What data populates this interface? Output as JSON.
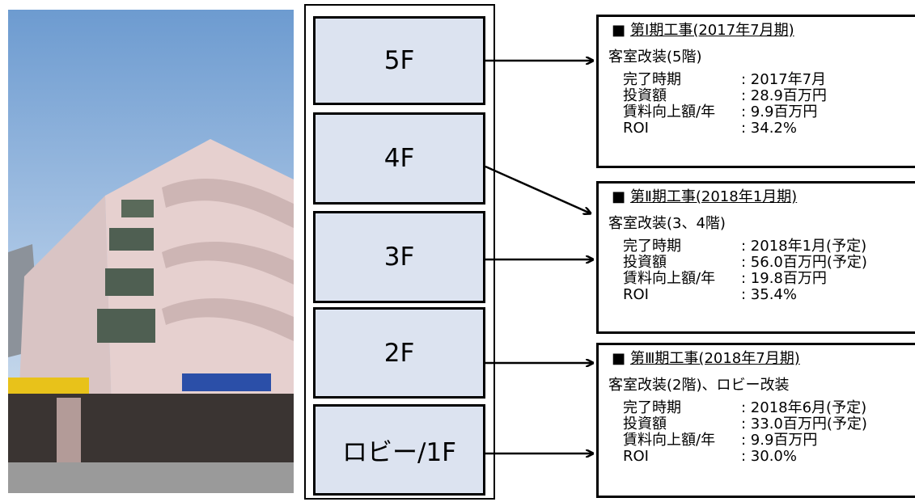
{
  "floors": [
    "5F",
    "4F",
    "3F",
    "2F",
    "ロビー/1F"
  ],
  "phases": [
    {
      "bullet": "■",
      "title": "第Ⅰ期工事(2017年7月期)",
      "subtitle": "客室改装(5階)",
      "rows": [
        {
          "label": "完了時期",
          "value": ": 2017年7月"
        },
        {
          "label": "投資額",
          "value": ": 28.9百万円"
        },
        {
          "label": "賃料向上額/年",
          "value": ": 9.9百万円"
        },
        {
          "label": "ROI",
          "value": ": 34.2%"
        }
      ]
    },
    {
      "bullet": "■",
      "title": "第Ⅱ期工事(2018年1月期)",
      "subtitle": "客室改装(3、4階)",
      "rows": [
        {
          "label": "完了時期",
          "value": ": 2018年1月(予定)"
        },
        {
          "label": "投資額",
          "value": ": 56.0百万円(予定)"
        },
        {
          "label": "賃料向上額/年",
          "value": ": 19.8百万円"
        },
        {
          "label": "ROI",
          "value": ": 35.4%"
        }
      ]
    },
    {
      "bullet": "■",
      "title": "第Ⅲ期工事(2018年7月期)",
      "subtitle": "客室改装(2階)、ロビー改装",
      "rows": [
        {
          "label": "完了時期",
          "value": ": 2018年6月(予定)"
        },
        {
          "label": "投資額",
          "value": ": 33.0百万円(予定)"
        },
        {
          "label": "賃料向上額/年",
          "value": ": 9.9百万円"
        },
        {
          "label": "ROI",
          "value": ": 30.0%"
        }
      ]
    }
  ],
  "colors": {
    "floor_fill": "#dce3f0",
    "border": "#000000"
  }
}
